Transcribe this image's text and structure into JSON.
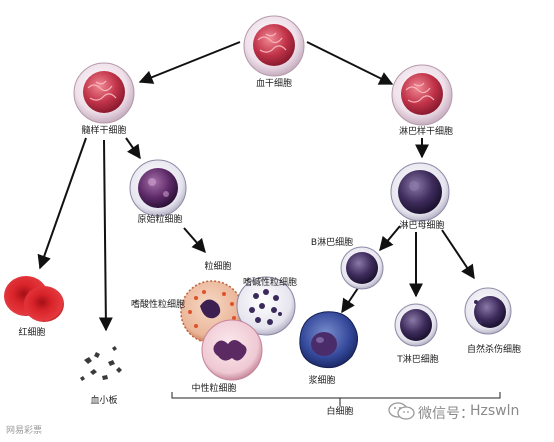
{
  "nodes": {
    "stem": "血干细胞",
    "myeloid_stem": "髓样干细胞",
    "lymphoid_stem": "淋巴样干细胞",
    "myeloblast": "原始粒细胞",
    "lymphoblast": "淋巴母细胞",
    "granulocyte": "粒细胞",
    "eosinophil": "嗜酸性粒细胞",
    "basophil": "嗜碱性粒细胞",
    "neutrophil": "中性粒细胞",
    "red_cell": "红细胞",
    "platelet": "血小板",
    "b_cell": "B淋巴细胞",
    "plasma_cell": "浆细胞",
    "t_cell": "T淋巴细胞",
    "nk_cell": "自然杀伤细胞",
    "white_cell": "白细胞"
  },
  "watermark": {
    "right_text": "微信号：",
    "right_name": "Hzswln",
    "left_text": "网易彩票"
  },
  "colors": {
    "stem_outer": "#f2e6ee",
    "stem_nucleus": "#b0263c",
    "red_cell": "#c9161d",
    "lymph_nucleus": "#3a1f55",
    "eosinophil_granule": "#e0512a",
    "plasma_cytoplasm": "#2a3f8f",
    "arrow": "#111111"
  }
}
